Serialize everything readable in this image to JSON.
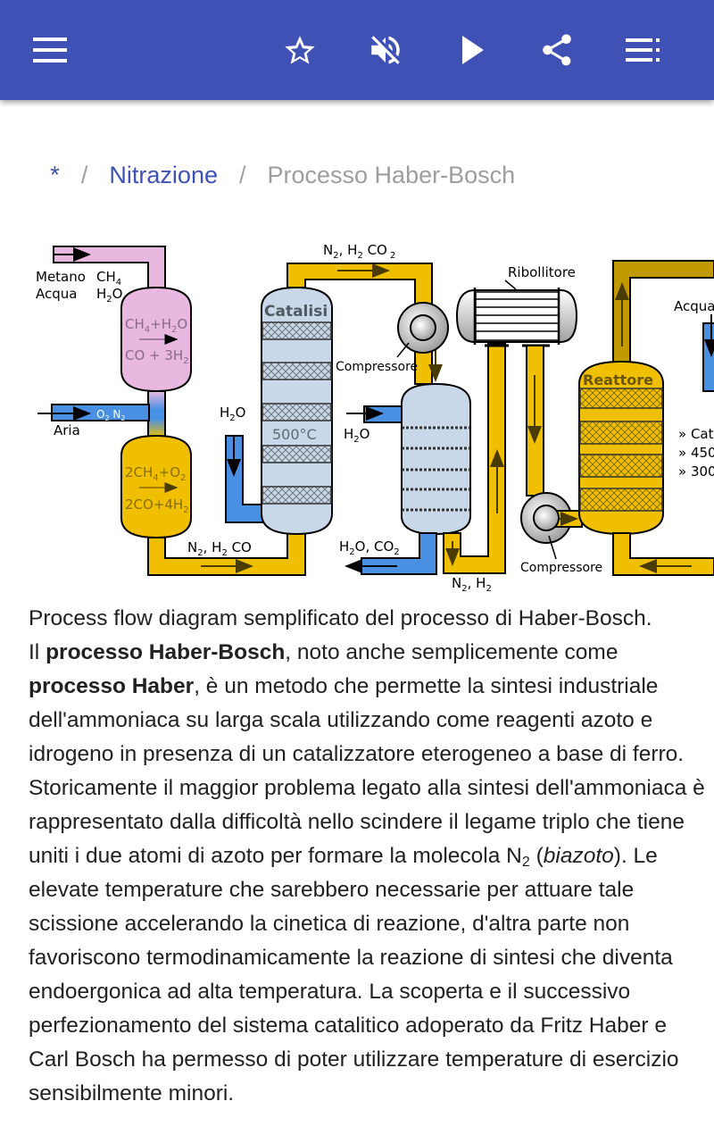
{
  "toolbar": {
    "icons": [
      "menu-icon",
      "star-outline-icon",
      "volume-off-icon",
      "play-icon",
      "share-icon",
      "playlist-icon"
    ],
    "accent": "#3f51b5"
  },
  "breadcrumb": {
    "home": "*",
    "separator": "/",
    "parent": "Nitrazione",
    "current": "Processo Haber-Bosch"
  },
  "diagram": {
    "input_methane": "Metano",
    "input_methane_formula": "CH",
    "input_water": "Acqua",
    "input_water_formula": "H",
    "reaction1_line1": "CH",
    "reaction1_line2": "CO + 3H",
    "air_label": "Aria",
    "air_gas": "O",
    "air_gas2": "N",
    "reaction2_line1": "2CH",
    "reaction2_line2": "2CO+4H",
    "stream1": "N",
    "stream1_rest": ", H",
    "stream1_co": " CO",
    "catalysis_title": "Catalisi",
    "catalysis_temp": "500°C",
    "water_in_1": "H",
    "top_stream": "N",
    "top_stream_rest": ", H",
    "top_stream_co2": " CO",
    "compressor_1": "Compressore",
    "water_in_2": "H",
    "out_stream": "H",
    "out_stream_rest": "O, CO",
    "n2h2_stream": "N",
    "n2h2_rest": ", H",
    "reboiler": "Ribollitore",
    "reactor": "Reattore",
    "compressor_2": "Compressore",
    "water_in_3": "Acqua",
    "bullet_1": "» Cat",
    "bullet_2": "» 450",
    "bullet_3": "» 300",
    "colors": {
      "pink": "#e8b8e0",
      "yellow": "#f0c000",
      "dark_yellow": "#c09a00",
      "blue": "#4a90e2",
      "vessel_blue": "#c8d8e8"
    }
  },
  "caption": {
    "line1": "Process flow diagram semplificato del processo di Haber-Bosch.",
    "p_intro": "Il ",
    "bold1": "processo Haber-Bosch",
    "t1": ", noto anche semplicemente come ",
    "bold2": "processo Haber",
    "t2": ", è un metodo che permette la sintesi industriale dell'ammoniaca su larga scala utilizzando come reagenti azoto e idrogeno in presenza di un catalizzatore eterogeneo a base di ferro. Storicamente il maggior problema legato alla sintesi dell'ammoniaca è rappresentato dalla difficoltà nello scindere il legame triplo che tiene uniti i due atomi di azoto per formare la molecola N",
    "sub": "2",
    "t3": " (",
    "italic": "biazoto",
    "t4": "). Le elevate temperature che sarebbero necessarie per attuare tale scissione accelerando la cinetica di reazione, d'altra parte non favoriscono termodinamicamente la reazione di sintesi che diventa endoergonica ad alta temperatura. La scoperta e il successivo perfezionamento del sistema catalitico adoperato da Fritz Haber e Carl Bosch ha permesso di poter utilizzare temperature di esercizio sensibilmente minori."
  }
}
